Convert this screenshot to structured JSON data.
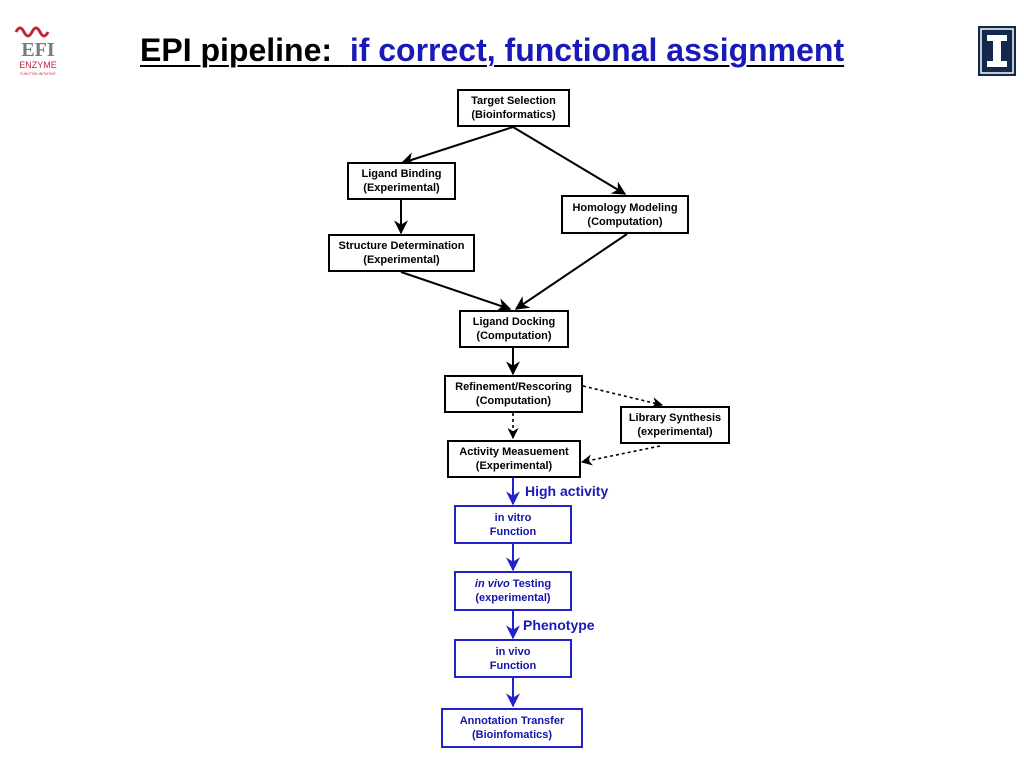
{
  "slide": {
    "title_prefix": "EPI pipeline:",
    "title_suffix": "if correct, functional assignment",
    "logos": {
      "left": {
        "icon": "efi-enzyme-logo",
        "text": "EFI",
        "subtext": "ENZYME",
        "tagline": "FUNCTION INITIATIVE"
      },
      "right": {
        "icon": "illinois-block-i-logo"
      }
    }
  },
  "nodes": {
    "target_selection": {
      "line1": "Target Selection",
      "line2": "(Bioinformatics)"
    },
    "ligand_binding": {
      "line1": "Ligand Binding",
      "line2": "(Experimental)"
    },
    "homology_modeling": {
      "line1": "Homology Modeling",
      "line2": "(Computation)"
    },
    "structure_determination": {
      "line1": "Structure Determination",
      "line2": "(Experimental)"
    },
    "ligand_docking": {
      "line1": "Ligand Docking",
      "line2": "(Computation)"
    },
    "refinement": {
      "line1": "Refinement/Rescoring",
      "line2": "(Computation)"
    },
    "library_synthesis": {
      "line1": "Library Synthesis",
      "line2": "(experimental)"
    },
    "activity": {
      "line1": "Activity Measuement",
      "line2": "(Experimental)"
    },
    "in_vitro": {
      "line1": "in vitro",
      "line2": "Function"
    },
    "in_vivo_testing": {
      "line1_italic": "in vivo",
      "line1_rest": " Testing",
      "line2": "(experimental)"
    },
    "in_vivo_function": {
      "line1": "in vivo",
      "line2": "Function"
    },
    "annotation": {
      "line1": "Annotation Transfer",
      "line2": "(Bioinfomatics)"
    }
  },
  "edge_labels": {
    "high_activity": "High activity",
    "phenotype": "Phenotype"
  },
  "colors": {
    "black_flow": "#000000",
    "blue_flow": "#2222cc",
    "title_blue": "#1a1ab8",
    "efi_red": "#c0283a",
    "illinois_blue": "#13294b"
  }
}
